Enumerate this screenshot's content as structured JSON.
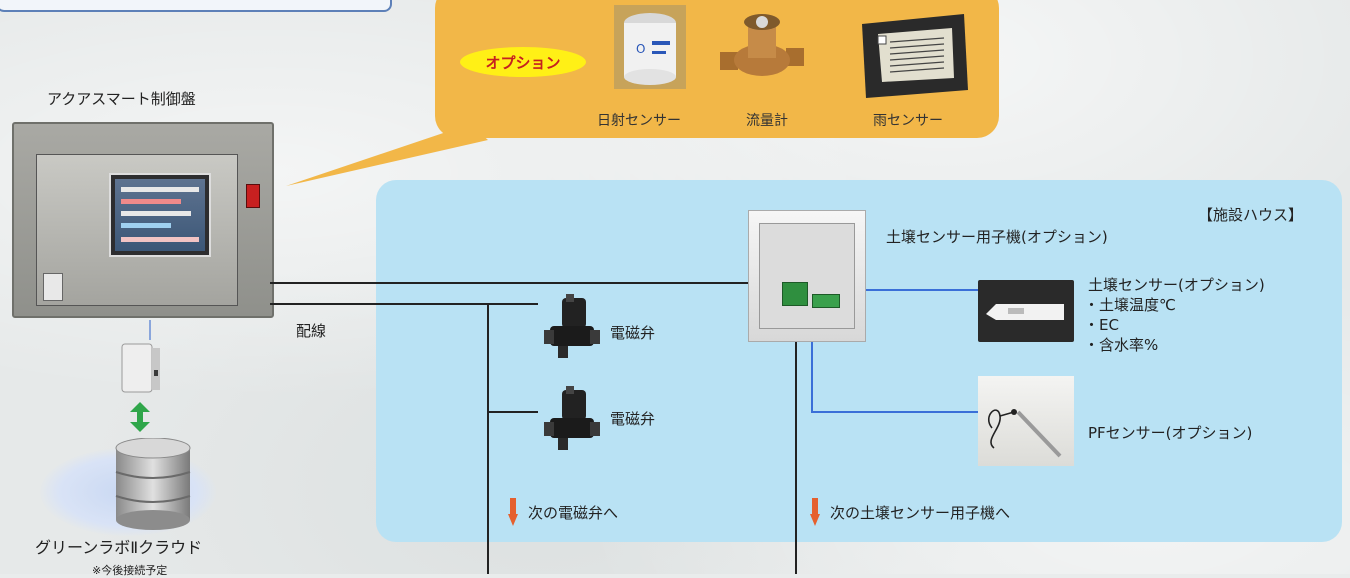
{
  "options": {
    "badge": "オプション",
    "items": [
      {
        "label": "日射センサー",
        "icon": "pyranometer-icon"
      },
      {
        "label": "流量計",
        "icon": "flowmeter-icon"
      },
      {
        "label": "雨センサー",
        "icon": "rain-sensor-icon"
      }
    ]
  },
  "control_panel": {
    "title": "アクアスマート制御盤"
  },
  "wiring_label": "配線",
  "valves": [
    {
      "label": "電磁弁"
    },
    {
      "label": "電磁弁"
    }
  ],
  "cloud": {
    "title": "グリーンラボⅡクラウド",
    "note": "※今後接続予定"
  },
  "house": {
    "tag": "【施設ハウス】",
    "unit_label": "土壌センサー用子機(オプション)",
    "soil_sensor": {
      "title": "土壌センサー(オプション)",
      "items": [
        "・土壌温度℃",
        "・EC",
        "・含水率%"
      ]
    },
    "pf_sensor": "PFセンサー(オプション)",
    "next_valve": "次の電磁弁へ",
    "next_unit": "次の土壌センサー用子機へ"
  },
  "colors": {
    "options_panel": "#f2b748",
    "house_panel": "#b9e2f4",
    "badge_bg": "#fff016",
    "badge_text": "#c52020",
    "arrow": "#e5602e",
    "sensor_line": "#3a6fd8"
  }
}
